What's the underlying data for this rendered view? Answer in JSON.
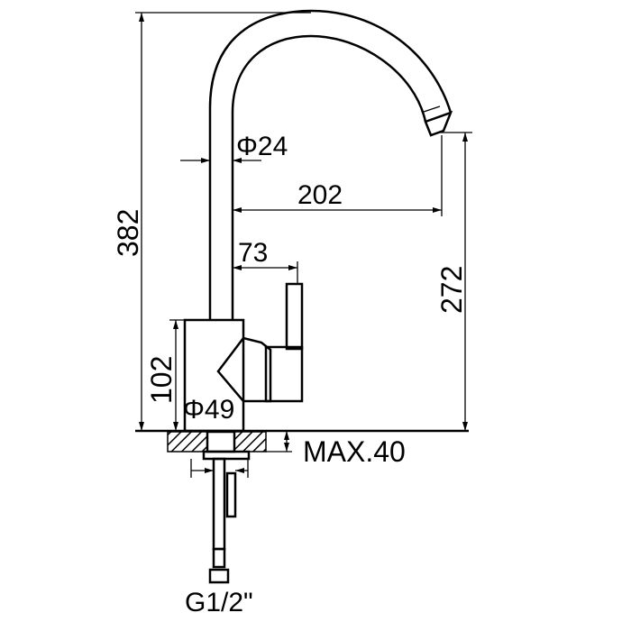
{
  "title": "Kitchen faucet dimension drawing",
  "dimensions": {
    "total_height": "382",
    "pipe_diameter": "Φ24",
    "spout_reach": "202",
    "handle_reach": "73",
    "spout_height": "272",
    "body_height": "102",
    "base_diameter": "Φ49",
    "max_counter": "MAX.40",
    "connection": "G1/2\""
  },
  "colors": {
    "line": "#000000",
    "background": "#ffffff"
  }
}
